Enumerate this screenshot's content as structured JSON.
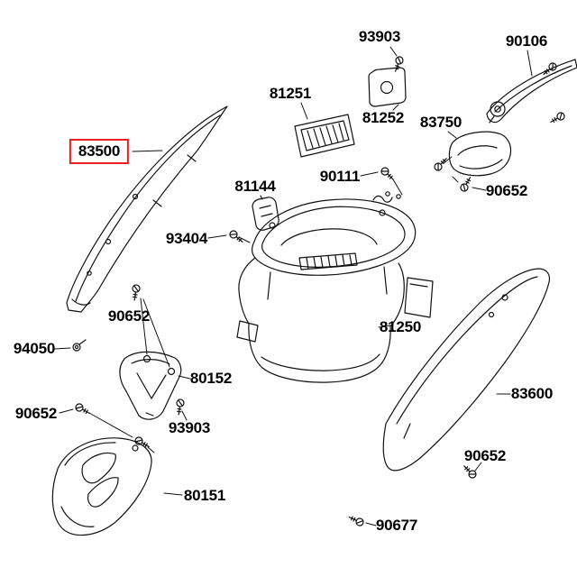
{
  "diagram": {
    "type": "exploded-parts-diagram",
    "background_color": "#ffffff",
    "line_color": "#111111",
    "highlight_color": "#ec1c24",
    "highlighted_part": "83500",
    "labels": [
      {
        "text": "93903",
        "highlighted": false
      },
      {
        "text": "90106",
        "highlighted": false
      },
      {
        "text": "81251",
        "highlighted": false
      },
      {
        "text": "81252",
        "highlighted": false
      },
      {
        "text": "83750",
        "highlighted": false
      },
      {
        "text": "83500",
        "highlighted": true
      },
      {
        "text": "90111",
        "highlighted": false
      },
      {
        "text": "90652",
        "highlighted": false
      },
      {
        "text": "81144",
        "highlighted": false
      },
      {
        "text": "93404",
        "highlighted": false
      },
      {
        "text": "90652",
        "highlighted": false
      },
      {
        "text": "81250",
        "highlighted": false
      },
      {
        "text": "94050",
        "highlighted": false
      },
      {
        "text": "80152",
        "highlighted": false
      },
      {
        "text": "83600",
        "highlighted": false
      },
      {
        "text": "90652",
        "highlighted": false
      },
      {
        "text": "93903",
        "highlighted": false
      },
      {
        "text": "90652",
        "highlighted": false
      },
      {
        "text": "80151",
        "highlighted": false
      },
      {
        "text": "90677",
        "highlighted": false
      }
    ]
  }
}
